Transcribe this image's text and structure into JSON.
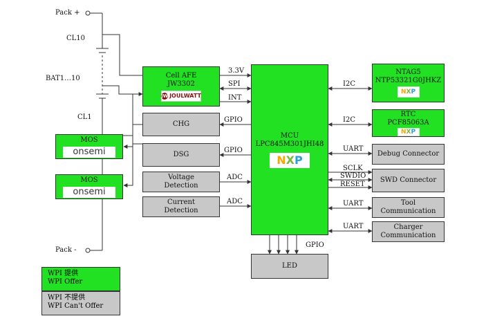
{
  "pack": {
    "plus": "Pack +",
    "minus": "Pack -"
  },
  "battery": {
    "top": "CL10",
    "middle": "BAT1…10",
    "bottom": "CL1"
  },
  "afe": {
    "title": "Cell AFE",
    "part": "JW3302",
    "logo_text": "JOULWATT"
  },
  "mos": [
    {
      "title": "MOS",
      "logo_text": "onsemi"
    },
    {
      "title": "MOS",
      "logo_text": "onsemi"
    }
  ],
  "chg": {
    "label": "CHG"
  },
  "dsg": {
    "label": "DSG"
  },
  "voltage": {
    "line1": "Voltage",
    "line2": "Detection"
  },
  "current": {
    "line1": "Current",
    "line2": "Detection"
  },
  "mcu": {
    "title": "MCU",
    "part": "LPC845M301JHI48"
  },
  "ntag": {
    "title": "NTAG5",
    "part": "NTP53321G0JHKZ"
  },
  "rtc": {
    "title": "RTC",
    "part": "PCF85063A"
  },
  "debug": {
    "label": "Debug Connector"
  },
  "swd": {
    "label": "SWD Connector"
  },
  "tool": {
    "line1": "Tool",
    "line2": "Communication"
  },
  "charger": {
    "line1": "Charger",
    "line2": "Communication"
  },
  "led": {
    "label": "LED"
  },
  "signals": {
    "v33": "3.3V",
    "spi": "SPI",
    "int": "INT",
    "gpio_chg": "GPIO",
    "gpio_dsg": "GPIO",
    "adc_v": "ADC",
    "adc_c": "ADC",
    "i2c_ntag": "I2C",
    "i2c_rtc": "I2C",
    "uart_debug": "UART",
    "sclk": "SCLK",
    "swdio": "SWDIO",
    "reset": "RESET",
    "uart_tool": "UART",
    "uart_charger": "UART",
    "gpio_led": "GPIO"
  },
  "legend": {
    "offer_cn": "WPI 提供",
    "offer_en": "WPI Offer",
    "no_offer_cn": "WPI 不提供",
    "no_offer_en": "WPI Can't Offer"
  },
  "colors": {
    "offer": "#22e022",
    "no_offer": "#c8c8c8",
    "line": "#333333"
  },
  "logos": {
    "nxp": "NXP",
    "afe_logo": "joulwatt-logo",
    "mos_logo": "onsemi-logo"
  }
}
